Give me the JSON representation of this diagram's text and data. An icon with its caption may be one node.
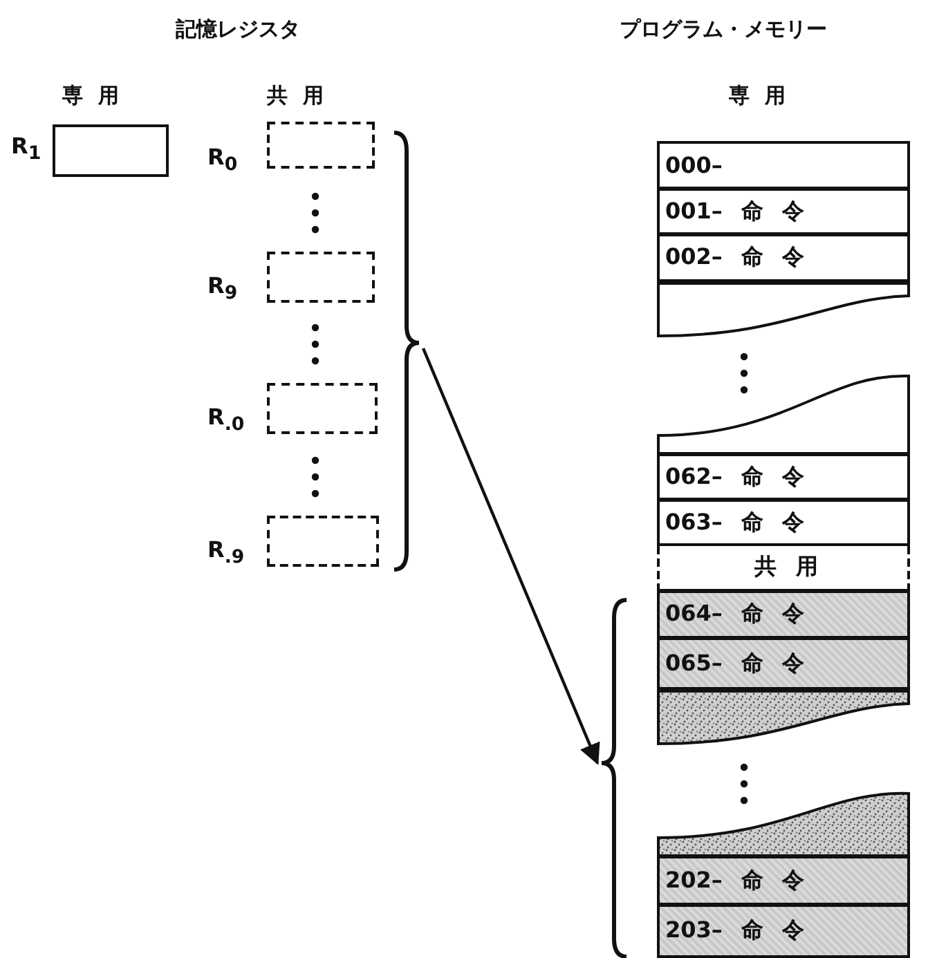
{
  "diagram": {
    "nodes": [
      {
        "text": [],
        "shape": "box",
        "beside": [
          "R$_{1}$"
        ]
      },
      {
        "text": [],
        "shape": "box",
        "beside": [
          "R$_{0}$"
        ]
      },
      {
        "text": [],
        "shape": "box",
        "beside": [
          "R$_{9}$"
        ]
      },
      {
        "text": [],
        "shape": "box",
        "beside": [
          "R$_{.0}$"
        ]
      },
      {
        "text": [],
        "shape": "box",
        "beside": [
          "R$_{.9}$"
        ]
      },
      {
        "text": [],
        "shape": "brace"
      },
      {
        "text": [
          "000–"
        ]
      },
      {
        "text": [
          "001– 命 令"
        ]
      },
      {
        "text": [
          "002– 命 令"
        ]
      },
      {
        "text": [],
        "shape": "box"
      },
      {
        "text": [],
        "shape": "box"
      },
      {
        "text": [
          "062– 命 令"
        ]
      },
      {
        "text": [
          "063– 命 令"
        ]
      },
      {
        "text": [
          "共 用"
        ]
      },
      {
        "text": [
          "064– 命 令"
        ]
      },
      {
        "text": [
          "065– 命 令"
        ]
      },
      {
        "text": [],
        "shape": "box"
      },
      {
        "text": [],
        "shape": "box"
      },
      {
        "text": [
          "202– 命 令"
        ]
      },
      {
        "text": [
          "203– 命 令"
        ]
      },
      {
        "text": [],
        "shape": "brace"
      }
    ],
    "edges": [
      {
        "from": 5,
        "to": 20,
        "arrow": "to"
      }
    ],
    "labels": [
      "記憶レジスタ",
      "プログラム・メモリー",
      "専 用",
      "共 用",
      "専 用"
    ]
  }
}
